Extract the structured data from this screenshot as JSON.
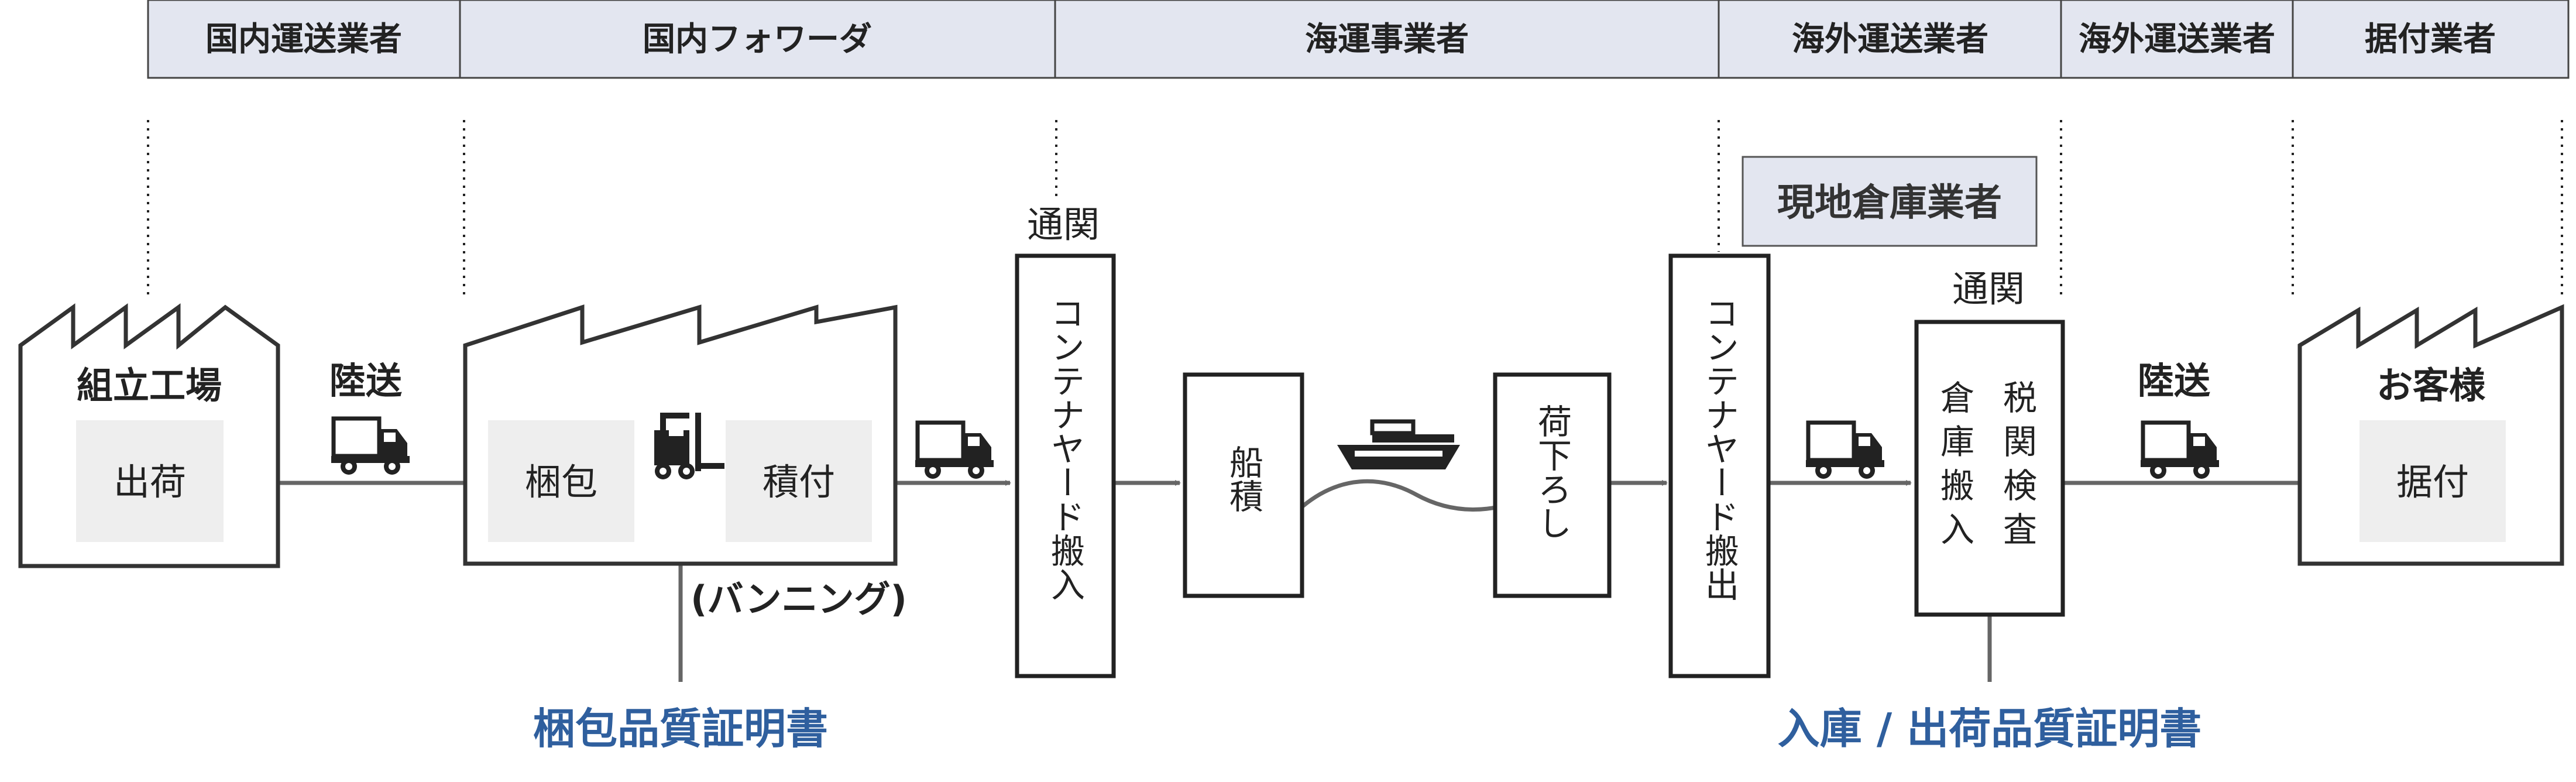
{
  "header": {
    "cells": [
      "国内運送業者",
      "国内フォワーダ",
      "海運事業者",
      "海外運送業者",
      "海外運送業者",
      "据付業者"
    ]
  },
  "steps": {
    "assembly_factory": "組立工場",
    "shipping": "出荷",
    "land_transport_1": "陸送",
    "packing": "梱包",
    "loading": "積付",
    "vanning": "(バンニング)",
    "customs_1": "通関",
    "container_yard_in": "コンテナヤード搬入",
    "ship_loading": "船積",
    "unloading": "荷下ろし",
    "container_yard_out": "コンテナヤード搬出",
    "local_warehouse": "現地倉庫業者",
    "customs_2": "通関",
    "warehouse_in_1": "倉",
    "warehouse_in_2": "庫",
    "warehouse_in_3": "搬",
    "warehouse_in_4": "入",
    "customs_inspection_1": "税",
    "customs_inspection_2": "関",
    "customs_inspection_3": "検",
    "customs_inspection_4": "査",
    "land_transport_2": "陸送",
    "customer": "お客様",
    "installation": "据付"
  },
  "certificates": {
    "packing_quality": "梱包品質証明書",
    "storage_shipping_quality": "入庫 / 出荷品質証明書"
  },
  "colors": {
    "header_bg": "#e3e6f0",
    "certificate_text": "#2f5f9e",
    "gray_box": "#eeeeee",
    "line": "#666666"
  },
  "icons": [
    "truck-icon",
    "forklift-icon",
    "ship-icon"
  ]
}
